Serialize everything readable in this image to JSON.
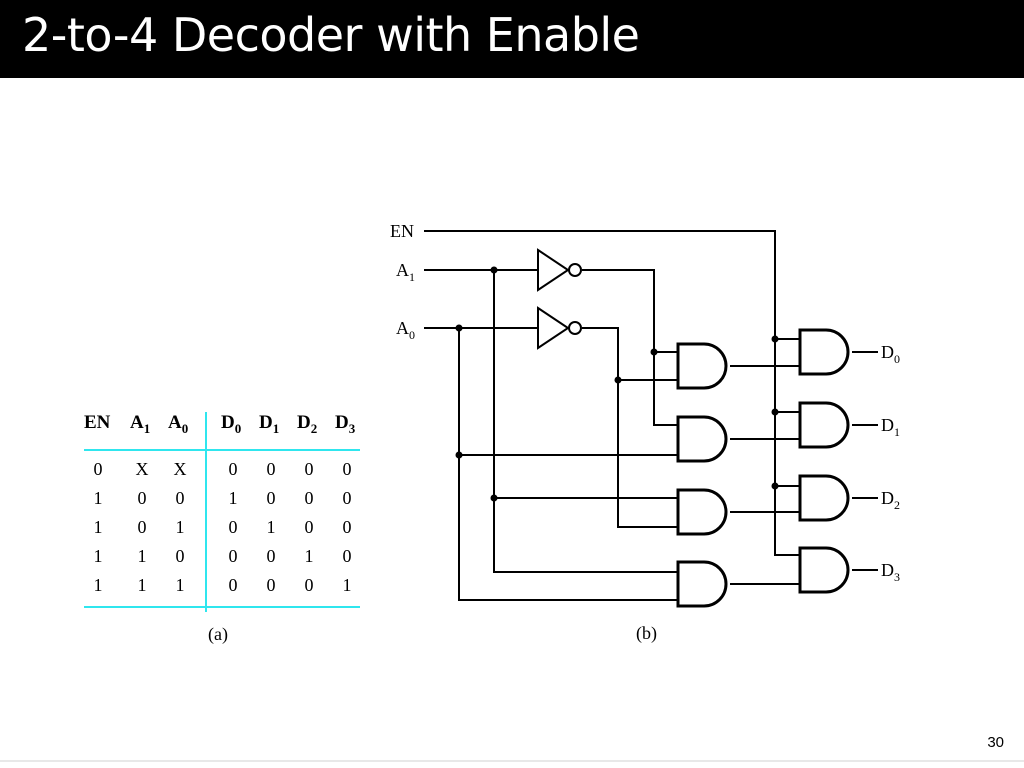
{
  "slide": {
    "title": "2-to-4 Decoder with Enable",
    "page_number": "30"
  },
  "truth_table": {
    "caption": "(a)",
    "columns": [
      {
        "main": "EN",
        "sub": ""
      },
      {
        "main": "A",
        "sub": "1"
      },
      {
        "main": "A",
        "sub": "0"
      },
      {
        "main": "D",
        "sub": "0"
      },
      {
        "main": "D",
        "sub": "1"
      },
      {
        "main": "D",
        "sub": "2"
      },
      {
        "main": "D",
        "sub": "3"
      }
    ],
    "rows": [
      [
        "0",
        "X",
        "X",
        "0",
        "0",
        "0",
        "0"
      ],
      [
        "1",
        "0",
        "0",
        "1",
        "0",
        "0",
        "0"
      ],
      [
        "1",
        "0",
        "1",
        "0",
        "1",
        "0",
        "0"
      ],
      [
        "1",
        "1",
        "0",
        "0",
        "0",
        "1",
        "0"
      ],
      [
        "1",
        "1",
        "1",
        "0",
        "0",
        "0",
        "1"
      ]
    ]
  },
  "circuit": {
    "caption": "(b)",
    "inputs": {
      "en": {
        "main": "EN",
        "sub": ""
      },
      "a1": {
        "main": "A",
        "sub": "1"
      },
      "a0": {
        "main": "A",
        "sub": "0"
      }
    },
    "outputs": [
      {
        "main": "D",
        "sub": "0"
      },
      {
        "main": "D",
        "sub": "1"
      },
      {
        "main": "D",
        "sub": "2"
      },
      {
        "main": "D",
        "sub": "3"
      }
    ]
  }
}
